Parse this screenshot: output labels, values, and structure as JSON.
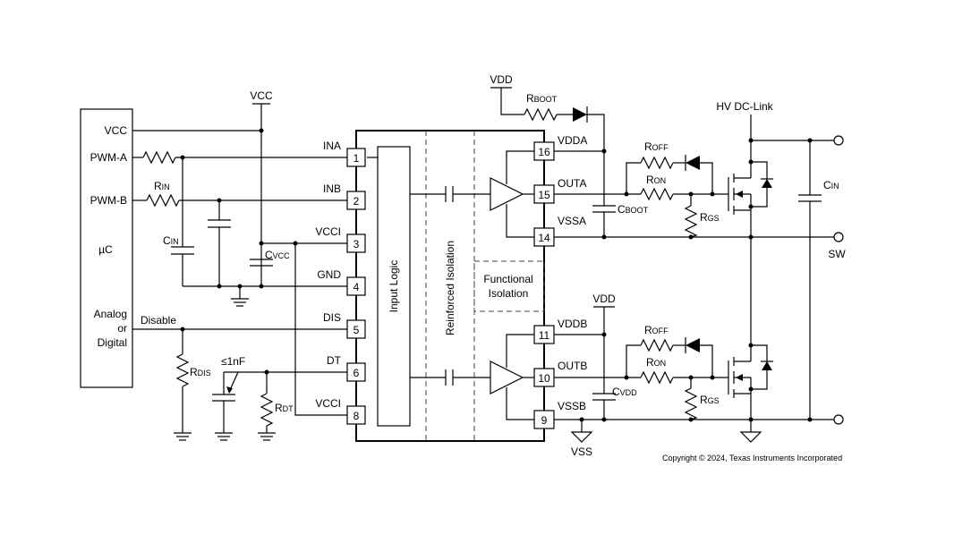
{
  "mcu": {
    "pins": [
      "VCC",
      "PWM-A",
      "PWM-B"
    ],
    "name": "µC",
    "analog_label": [
      "Analog",
      "or",
      "Digital"
    ],
    "disable_label": "Disable"
  },
  "supply_labels": {
    "vcc_top": "VCC",
    "vdd_top": "VDD",
    "vdd_mid": "VDD",
    "vss": "VSS",
    "hv_link": "HV DC-Link",
    "sw": "SW"
  },
  "chip": {
    "left_pins": [
      {
        "num": "1",
        "name": "INA"
      },
      {
        "num": "2",
        "name": "INB"
      },
      {
        "num": "3",
        "name": "VCCI"
      },
      {
        "num": "4",
        "name": "GND"
      },
      {
        "num": "5",
        "name": "DIS"
      },
      {
        "num": "6",
        "name": "DT"
      },
      {
        "num": "8",
        "name": "VCCI"
      }
    ],
    "right_pins": [
      {
        "num": "16",
        "name": "VDDA"
      },
      {
        "num": "15",
        "name": "OUTA"
      },
      {
        "num": "14",
        "name": "VSSA"
      },
      {
        "num": "11",
        "name": "VDDB"
      },
      {
        "num": "10",
        "name": "OUTB"
      },
      {
        "num": "9",
        "name": "VSSB"
      }
    ],
    "input_logic": "Input Logic",
    "reinforced": "Reinforced Isolation",
    "functional": [
      "Functional",
      "Isolation"
    ]
  },
  "components": {
    "rin": {
      "main": "R",
      "sub": "IN"
    },
    "cin_left": {
      "main": "C",
      "sub": "IN"
    },
    "cvcc": {
      "main": "C",
      "sub": "VCC"
    },
    "rdis": {
      "main": "R",
      "sub": "DIS"
    },
    "cdt": "≤1nF",
    "rdt": {
      "main": "R",
      "sub": "DT"
    },
    "rboot": {
      "main": "R",
      "sub": "BOOT"
    },
    "cboot": {
      "main": "C",
      "sub": "BOOT"
    },
    "cvdd": {
      "main": "C",
      "sub": "VDD"
    },
    "roff_a": {
      "main": "R",
      "sub": "OFF"
    },
    "ron_a": {
      "main": "R",
      "sub": "ON"
    },
    "rgs_a": {
      "main": "R",
      "sub": "GS"
    },
    "roff_b": {
      "main": "R",
      "sub": "OFF"
    },
    "ron_b": {
      "main": "R",
      "sub": "ON"
    },
    "rgs_b": {
      "main": "R",
      "sub": "GS"
    },
    "cin_right": {
      "main": "C",
      "sub": "IN"
    }
  },
  "copyright": "Copyright © 2024, Texas Instruments Incorporated"
}
